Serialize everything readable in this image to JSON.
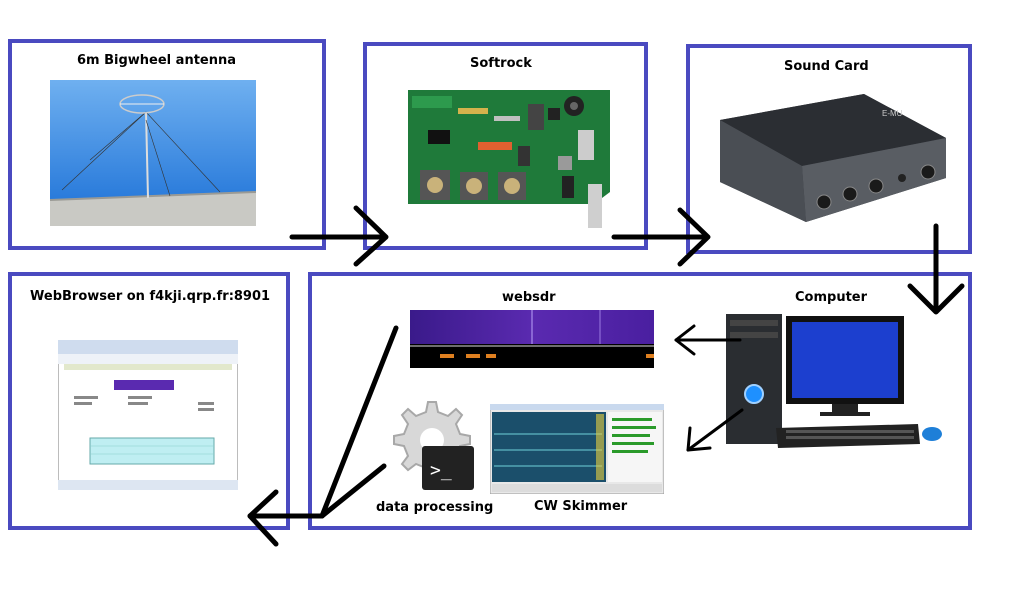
{
  "blocks": {
    "antenna": {
      "title": "6m Bigwheel antenna"
    },
    "softrock": {
      "title": "Softrock"
    },
    "soundcard": {
      "title": "Sound Card",
      "brand": "E-MU"
    },
    "computer": {
      "title": "Computer"
    },
    "websdr": {
      "title": "websdr"
    },
    "processing": {
      "title": "data processing"
    },
    "skimmer": {
      "title": "CW Skimmer"
    },
    "browser": {
      "title": "WebBrowser on f4kji.qrp.fr:8901"
    }
  },
  "colors": {
    "box_border": "#4a4ac0",
    "arrow": "#000000",
    "sky": "#1a6fd6",
    "pcb": "#1f7a3a",
    "device": "#3c3f44",
    "waterfall": "#3a1a8a",
    "monitor_screen": "#1c3fcf",
    "skimmer_bg": "#1b4f6b"
  },
  "icons": {
    "antenna": "antenna-photo",
    "softrock": "circuit-board-photo",
    "soundcard": "audio-interface-photo",
    "computer": "desktop-computer-icon",
    "processing": "gear-terminal-icon",
    "websdr": "waterfall-spectrum-image",
    "skimmer": "cw-skimmer-window",
    "browser": "browser-screenshot"
  }
}
